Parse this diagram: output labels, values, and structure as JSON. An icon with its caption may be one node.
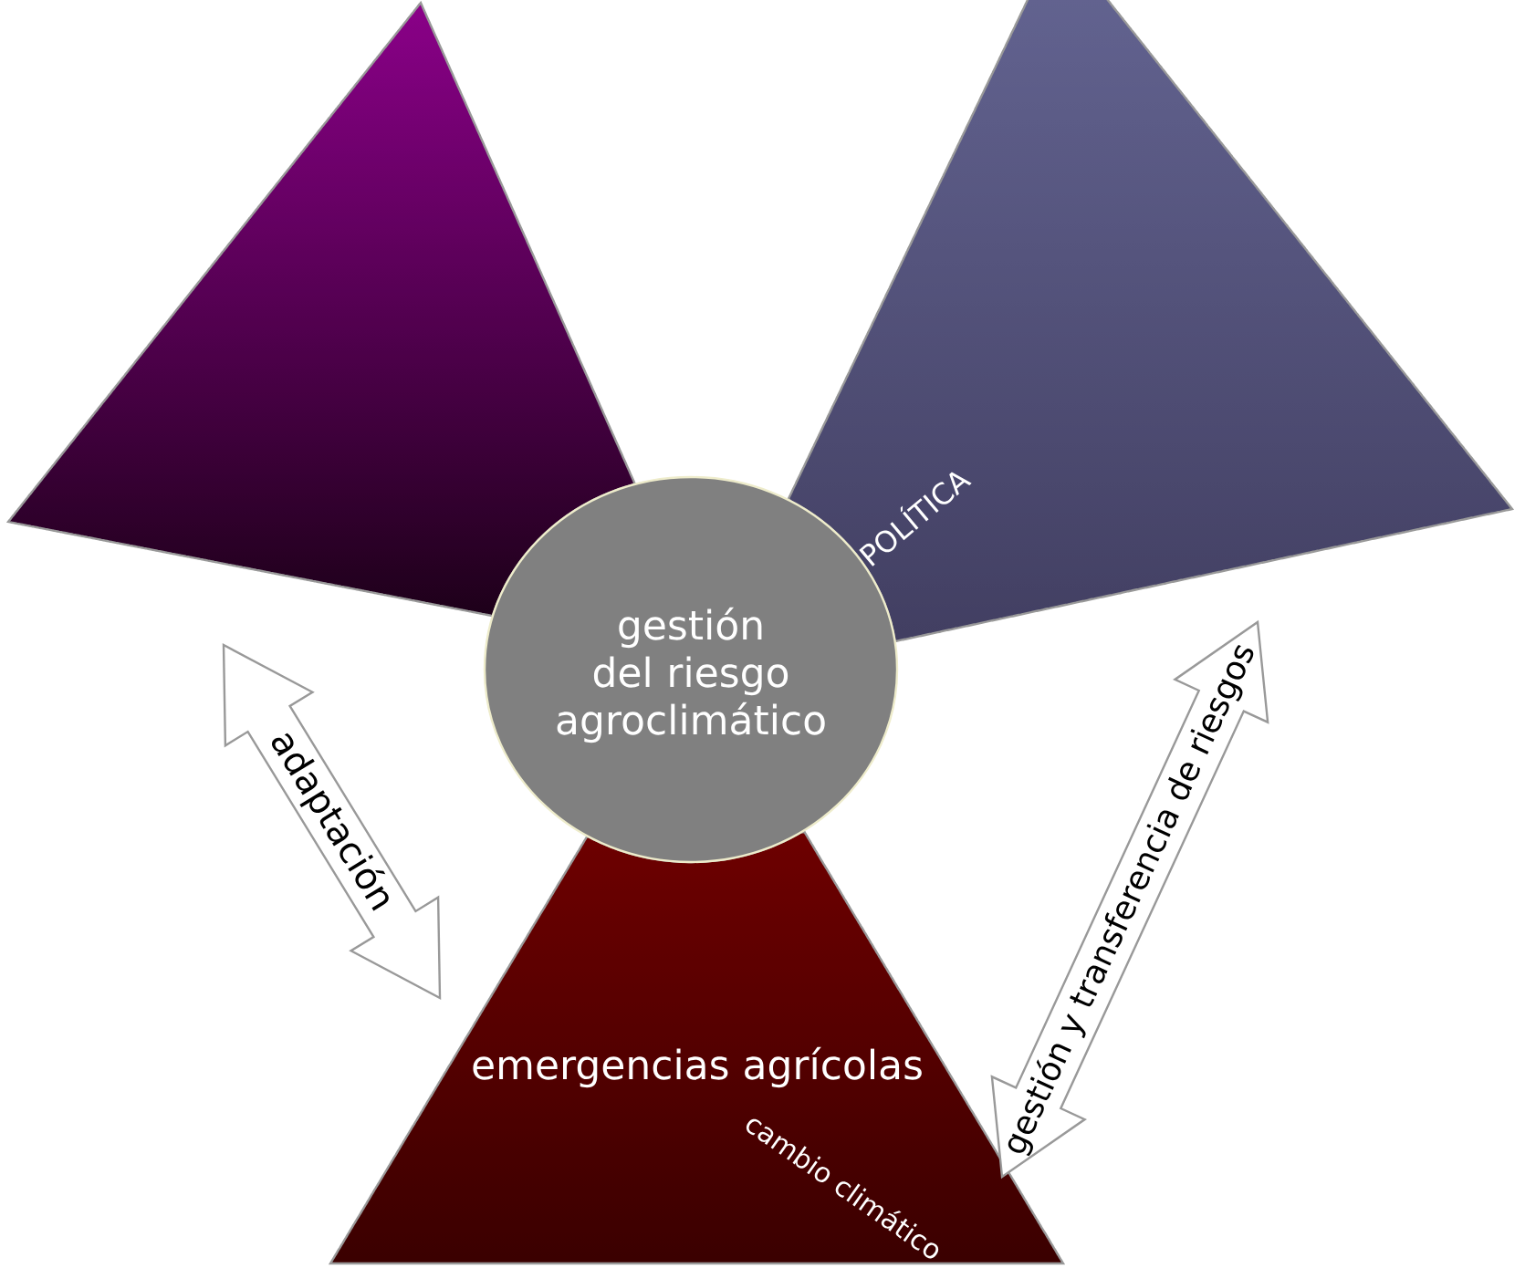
{
  "diagram": {
    "nodes": [
      {
        "text": [],
        "shape": "triangle"
      },
      {
        "text": [
          "POLÍTICA"
        ]
      },
      {
        "text": [
          "gestión del riesgo agroclimático"
        ]
      },
      {
        "text": [
          "emergencias agrícolas",
          "cambio climático"
        ]
      }
    ],
    "edges": [
      {
        "from": 0,
        "to": 3,
        "arrow": "both",
        "label": "adaptación"
      },
      {
        "from": 3,
        "to": 1,
        "arrow": "both",
        "label": "gestión y transferencia de riesgos"
      }
    ]
  }
}
